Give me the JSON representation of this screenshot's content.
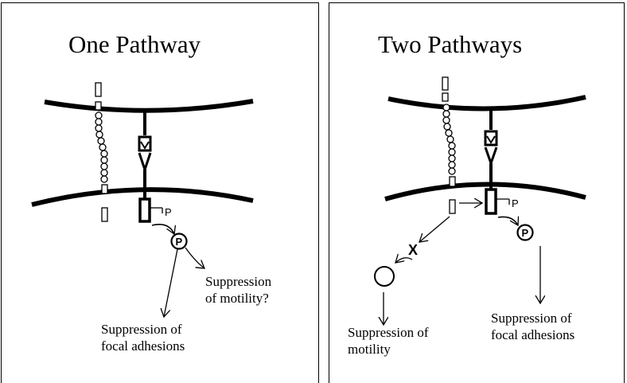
{
  "left_panel": {
    "title": "One Pathway",
    "phospho_tag": "P",
    "circle_label": "P",
    "label_motility_line1": "Suppression",
    "label_motility_line2": "of motility?",
    "label_focal_line1": "Suppression of",
    "label_focal_line2": "focal adhesions"
  },
  "right_panel": {
    "title": "Two Pathways",
    "phospho_tag": "P",
    "circle_label": "P",
    "block_mark": "X",
    "label_motility_line1": "Suppression  of",
    "label_motility_line2": "motility",
    "label_focal_line1": "Suppression of",
    "label_focal_line2": "focal adhesions"
  }
}
